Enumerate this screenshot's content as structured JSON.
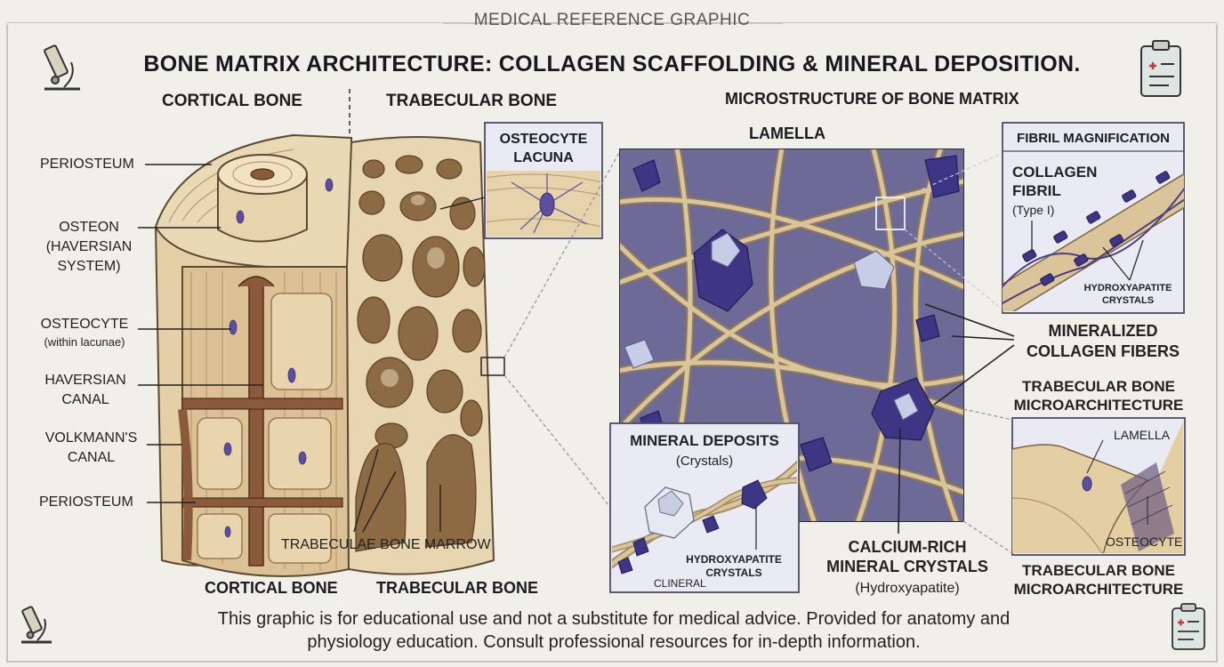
{
  "header": {
    "caption": "MEDICAL REFERENCE GRAPHIC",
    "title": "BONE MATRIX ARCHITECTURE: COLLAGEN SCAFFOLDING & MINERAL DEPOSITION."
  },
  "icons": {
    "top_left": "microscope-icon",
    "top_right": "clipboard-icon",
    "bottom_left": "microscope-icon",
    "bottom_right": "clipboard-icon"
  },
  "colors": {
    "bone": "#e6d2ab",
    "bone_dark": "#b9986a",
    "canal": "#8a5a3a",
    "crystal": "#4a3f8f",
    "fiber": "#cdb58a",
    "panel_bg": "#e9eaf3",
    "panel_border": "#4b4d60"
  },
  "left_section": {
    "header_cortical": "CORTICAL BONE",
    "header_trabecular": "TRABECULAR BONE",
    "labels": {
      "periosteum_top": "PERIOSTEUM",
      "osteon_line1": "OSTEON",
      "osteon_line2": "(HAVERSIAN",
      "osteon_line3": "SYSTEM)",
      "osteocyte_line1": "OSTEOCYTE",
      "osteocyte_line2": "(within lacunae)",
      "haversian_line1": "HAVERSIAN",
      "haversian_line2": "CANAL",
      "volkmann_line1": "VOLKMANN'S",
      "volkmann_line2": "CANAL",
      "periosteum_bottom": "PERIOSTEUM",
      "trabeculae_marrow": "TRABECULAE BONE MARROW"
    },
    "footer_cortical": "CORTICAL BONE",
    "footer_trabecular": "TRABECULAR BONE",
    "lacuna_box": {
      "line1": "OSTEOCYTE",
      "line2": "LACUNA"
    }
  },
  "right_section": {
    "header": "MICROSTRUCTURE OF BONE MATRIX",
    "lamella_label": "LAMELLA",
    "fibril_box": {
      "title": "FIBRIL MAGNIFICATION",
      "collagen_line1": "COLLAGEN",
      "collagen_line2": "FIBRIL",
      "type": "(Type I)",
      "crystals_line1": "HYDROXYAPATITE",
      "crystals_line2": "CRYSTALS"
    },
    "mineralized_line1": "MINERALIZED",
    "mineralized_line2": "COLLAGEN FIBERS",
    "trabecular_micro_top_line1": "TRABECULAR BONE",
    "trabecular_micro_top_line2": "MICROARCHITECTURE",
    "trabecular_micro_box": {
      "lamella": "LAMELLA",
      "osteocyte": "OSTEOCYTE"
    },
    "trabecular_micro_bottom_line1": "TRABECULAR BONE",
    "trabecular_micro_bottom_line2": "MICROARCHITECTURE",
    "calcium_line1": "CALCIUM-RICH",
    "calcium_line2": "MINERAL CRYSTALS",
    "calcium_line3": "(Hydroxyapatite)",
    "mineral_box": {
      "title": "MINERAL DEPOSITS",
      "subtitle": "(Crystals)",
      "crystals_line1": "HYDROXYAPATITE",
      "crystals_line2": "CRYSTALS",
      "clineral": "CLINERAL"
    }
  },
  "footer": {
    "disclaimer_line1": "This graphic is for educational use and not a substitute for medical advice. Provided for anatomy and",
    "disclaimer_line2": "physiology education. Consult professional resources for in-depth information."
  }
}
